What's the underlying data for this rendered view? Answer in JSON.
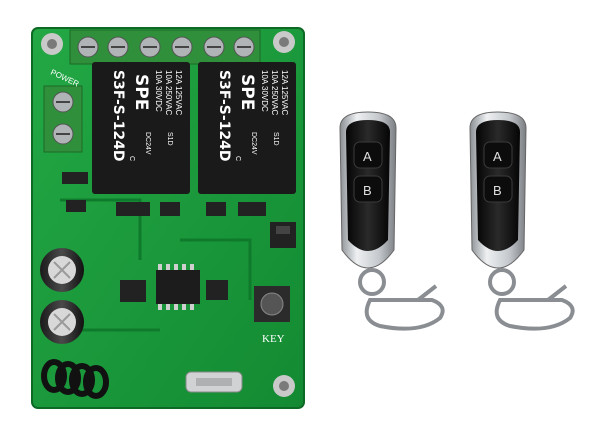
{
  "board": {
    "power_label": "POWER",
    "key_label": "KEY",
    "relay_1": {
      "brand": "SPE",
      "model": "S3F-S-124D",
      "ratings": [
        "12A 125VAC",
        "10A 250VAC",
        "10A 30VDC"
      ],
      "coil": "DC24V",
      "pin": "S1D",
      "contact": "C"
    },
    "relay_2": {
      "brand": "SPE",
      "model": "S3F-S-124D",
      "ratings": [
        "12A 125VAC",
        "10A 250VAC",
        "10A 30VDC"
      ],
      "coil": "DC24V",
      "pin": "S1D",
      "contact": "C"
    }
  },
  "remotes": [
    {
      "button_a": "A",
      "button_b": "B"
    },
    {
      "button_a": "A",
      "button_b": "B"
    }
  ],
  "colors": {
    "pcb_green": "#1a9a3a",
    "relay_black": "#1a1a1a",
    "terminal_green": "#2f8f3a",
    "remote_black": "#151515",
    "chrome": "#b8bcc0"
  }
}
